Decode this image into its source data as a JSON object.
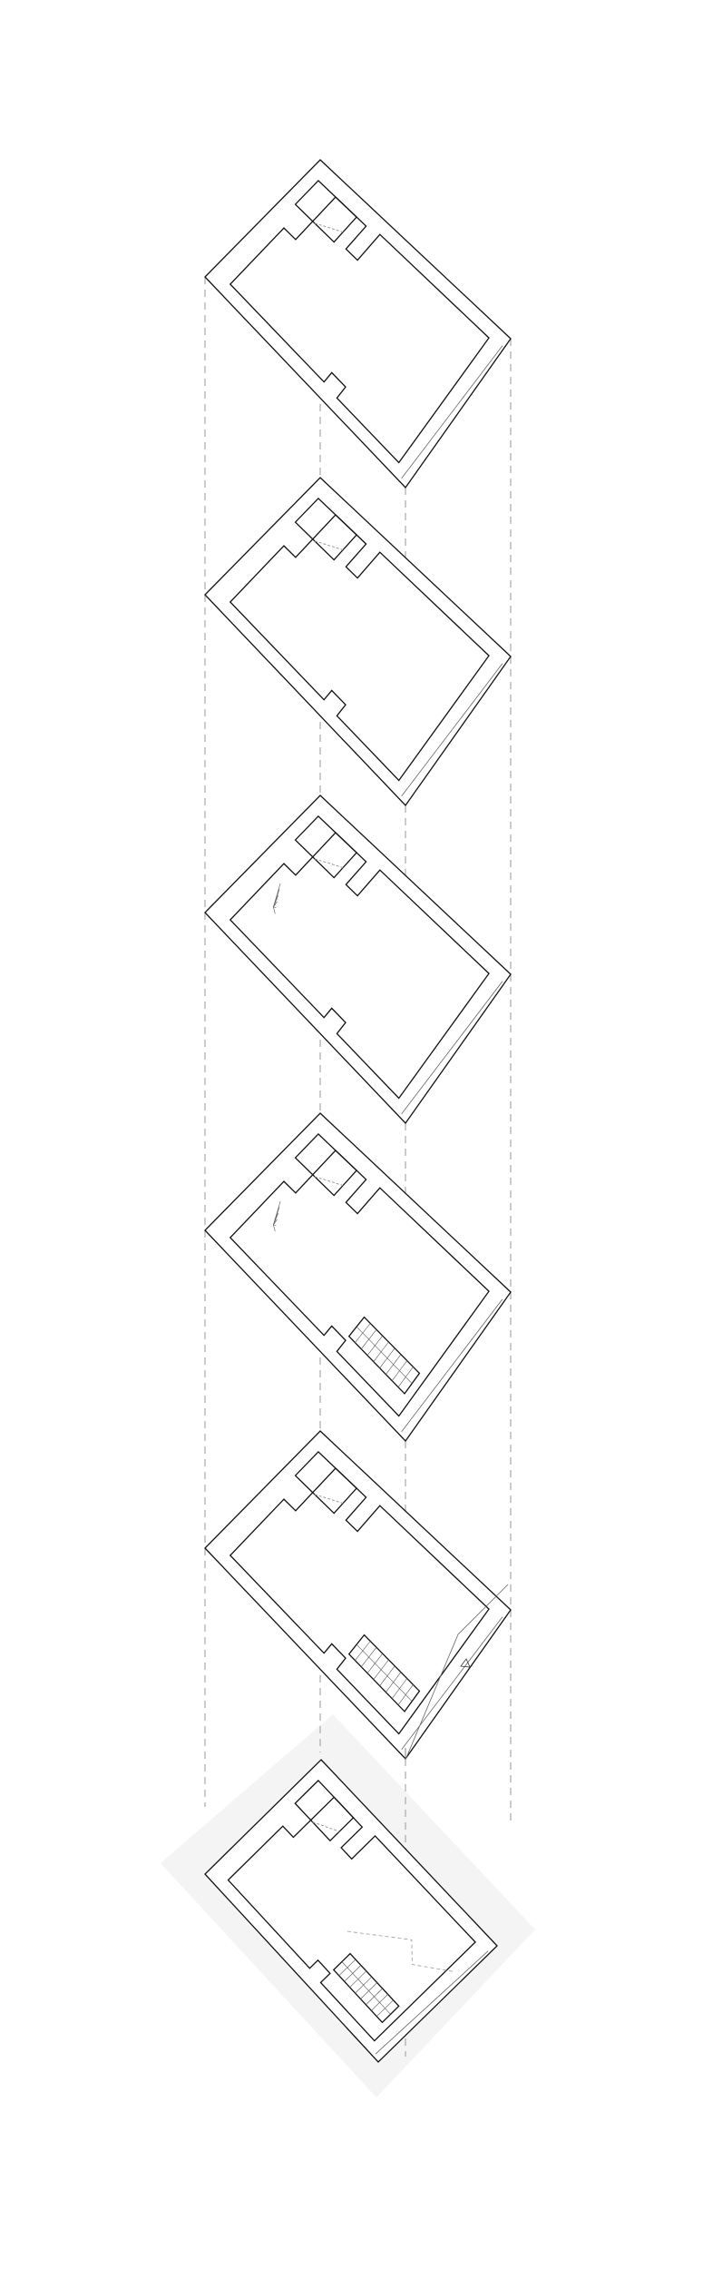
{
  "drawing": {
    "type": "exploded axonometric floor plans",
    "floor_count": 6,
    "colors": {
      "line": "#111111",
      "guide": "#9a9a9a",
      "ground": "#f4f4f4",
      "background": "#ffffff"
    },
    "floors": [
      {
        "level": 1,
        "stair": false,
        "spiral_stair": false,
        "ramp": false,
        "ground_plate": false
      },
      {
        "level": 2,
        "stair": false,
        "spiral_stair": false,
        "ramp": false,
        "ground_plate": false
      },
      {
        "level": 3,
        "stair": false,
        "spiral_stair": true,
        "ramp": false,
        "ground_plate": false
      },
      {
        "level": 4,
        "stair": true,
        "spiral_stair": true,
        "ramp": false,
        "ground_plate": false
      },
      {
        "level": 5,
        "stair": true,
        "spiral_stair": false,
        "ramp": true,
        "ground_plate": false
      },
      {
        "level": 6,
        "stair": true,
        "spiral_stair": false,
        "ramp": false,
        "ground_plate": true
      }
    ]
  }
}
